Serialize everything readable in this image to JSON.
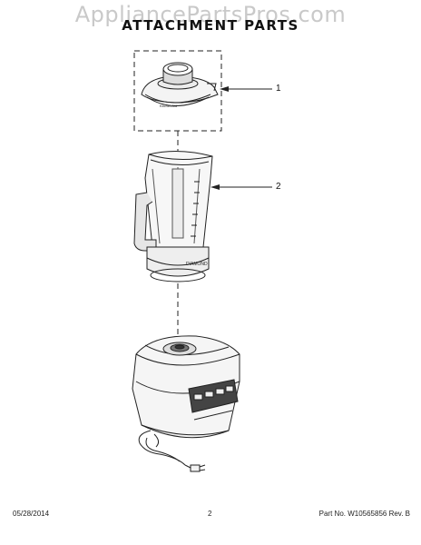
{
  "watermark": "AppliancePartsPros.com",
  "title": "ATTACHMENT PARTS",
  "callouts": [
    {
      "number": "1"
    },
    {
      "number": "2"
    }
  ],
  "parts": [
    {
      "name": "lid",
      "icon": "blender-lid-icon"
    },
    {
      "name": "jar",
      "icon": "blender-jar-icon",
      "side_text": "DIAMOND"
    },
    {
      "name": "base",
      "icon": "blender-base-icon"
    }
  ],
  "footer": {
    "date": "05/28/2014",
    "page": "2",
    "part_number": "Part No. W10565856  Rev. B"
  },
  "colors": {
    "line": "#222222",
    "watermark": "#c9c9c9"
  }
}
